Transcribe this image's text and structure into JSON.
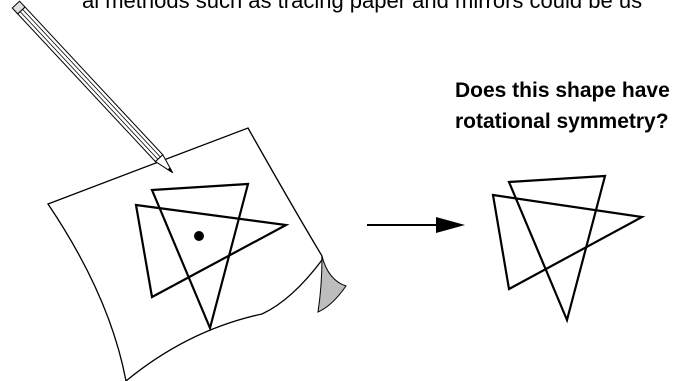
{
  "header": {
    "cut_text": "al methods such as tracing paper and mirrors could be us"
  },
  "question": {
    "line1": "Does this shape have",
    "line2": "rotational symmetry?"
  },
  "colors": {
    "stroke": "#000000",
    "paper": "#ffffff",
    "curl": "#bdbdbd"
  },
  "icons": {
    "pencil": "pencil-icon",
    "arrow": "arrow-right-icon"
  }
}
